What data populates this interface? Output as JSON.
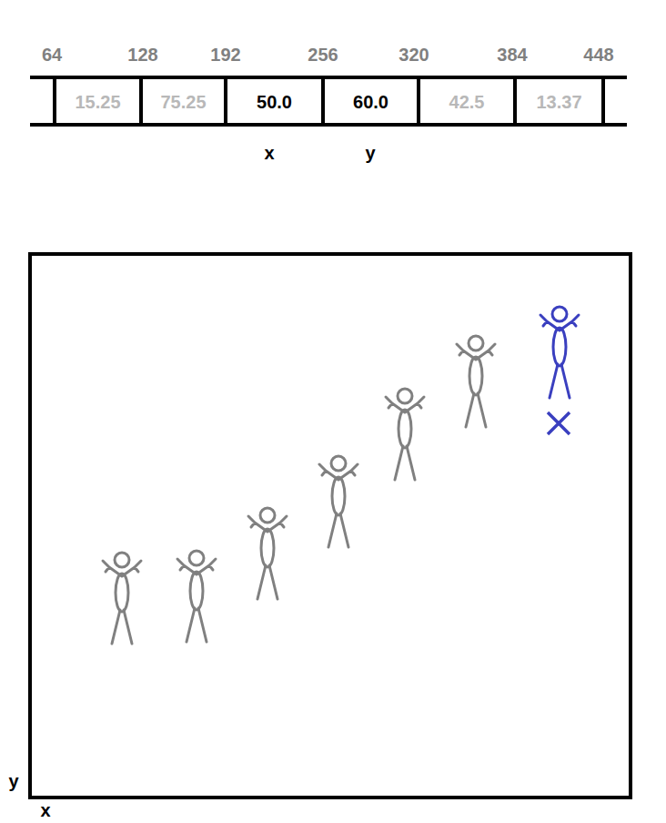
{
  "diagram": {
    "nodes": [
      {
        "text": [
          "15.25"
        ]
      },
      {
        "text": [
          "75.25"
        ]
      },
      {
        "text": [
          "50.0"
        ]
      },
      {
        "text": [
          "60.0"
        ]
      },
      {
        "text": [
          "42.5"
        ]
      },
      {
        "text": [
          "13.37"
        ]
      }
    ],
    "labels": [
      "64",
      "128",
      "192",
      "256",
      "320",
      "384",
      "448",
      "x",
      "y",
      "y",
      "x"
    ]
  }
}
